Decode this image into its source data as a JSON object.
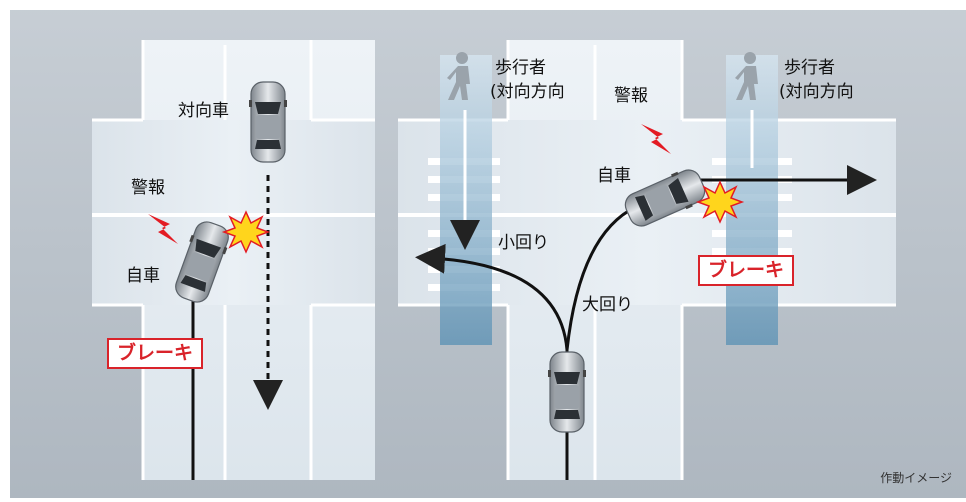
{
  "left_scene": {
    "oncoming_car_label": "対向車",
    "warning_label": "警報",
    "own_car_label": "自車",
    "brake_label": "ブレーキ"
  },
  "right_scene": {
    "pedestrian_left_label_line1": "歩行者",
    "pedestrian_left_label_line2": "(対向方向",
    "pedestrian_right_label_line1": "歩行者",
    "pedestrian_right_label_line2": "(対向方向",
    "warning_label": "警報",
    "own_car_label": "自車",
    "small_turn_label": "小回り",
    "large_turn_label": "大回り",
    "brake_label": "ブレーキ"
  },
  "caption": "作動イメージ",
  "colors": {
    "background": "#b9c1c9",
    "road": "#e8eef3",
    "brake": "#d9232a",
    "crosswalk": "#7aa9c6",
    "warning": "#e31b23",
    "impact": "#ffd51c"
  }
}
